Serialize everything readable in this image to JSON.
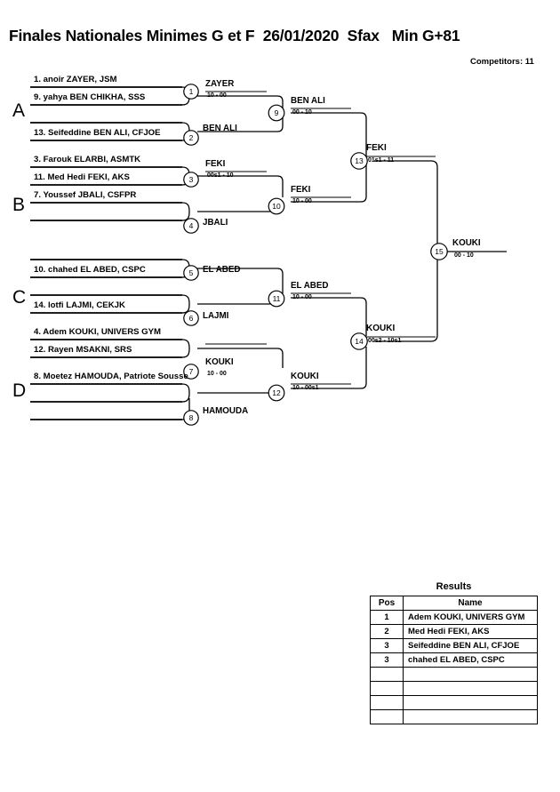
{
  "header": {
    "title": "Finales Nationales Minimes G et F  26/01/2020  Sfax   Min G+81",
    "competitors_label": "Competitors: 11"
  },
  "sections": [
    {
      "letter": "A"
    },
    {
      "letter": "B"
    },
    {
      "letter": "C"
    },
    {
      "letter": "D"
    }
  ],
  "entries": [
    {
      "text": "1. anoir ZAYER, JSM"
    },
    {
      "text": "9. yahya BEN CHIKHA, SSS"
    },
    {
      "text": ""
    },
    {
      "text": "13. Seifeddine BEN ALI, CFJOE"
    },
    {
      "text": "3. Farouk ELARBI, ASMTK"
    },
    {
      "text": "11. Med Hedi FEKI, AKS"
    },
    {
      "text": "7. Youssef JBALI, CSFPR"
    },
    {
      "text": ""
    },
    {
      "text": ""
    },
    {
      "text": "10. chahed EL ABED, CSPC"
    },
    {
      "text": ""
    },
    {
      "text": "14. lotfi LAJMI, CEKJK"
    },
    {
      "text": "4. Adem KOUKI, UNIVERS GYM"
    },
    {
      "text": "12. Rayen MSAKNI, SRS"
    },
    {
      "text": "8. Moetez HAMOUDA, Patriote Sousse"
    },
    {
      "text": ""
    }
  ],
  "matches": [
    {
      "num": "1",
      "winner": "ZAYER",
      "score": "10 - 00"
    },
    {
      "num": "2",
      "winner": "BEN ALI",
      "score": ""
    },
    {
      "num": "3",
      "winner": "FEKI",
      "score": "00s1 - 10"
    },
    {
      "num": "4",
      "winner": "JBALI",
      "score": ""
    },
    {
      "num": "5",
      "winner": "EL ABED",
      "score": ""
    },
    {
      "num": "6",
      "winner": "LAJMI",
      "score": ""
    },
    {
      "num": "7",
      "winner": "KOUKI",
      "score": "10 - 00"
    },
    {
      "num": "8",
      "winner": "HAMOUDA",
      "score": ""
    },
    {
      "num": "9",
      "winner": "BEN ALI",
      "score": "00 - 10"
    },
    {
      "num": "10",
      "winner": "FEKI",
      "score": "10 - 00"
    },
    {
      "num": "11",
      "winner": "EL ABED",
      "score": "10 - 00"
    },
    {
      "num": "12",
      "winner": "KOUKI",
      "score": "10 - 00s1"
    },
    {
      "num": "13",
      "winner": "FEKI",
      "score": "01s1 - 11"
    },
    {
      "num": "14",
      "winner": "KOUKI",
      "score": "00s2 - 10s1"
    },
    {
      "num": "15",
      "winner": "KOUKI",
      "score": "00 - 10"
    }
  ],
  "results": {
    "title": "Results",
    "columns": [
      "Pos",
      "Name"
    ],
    "rows": [
      {
        "pos": "1",
        "name": "Adem KOUKI, UNIVERS GYM"
      },
      {
        "pos": "2",
        "name": "Med Hedi FEKI, AKS"
      },
      {
        "pos": "3",
        "name": "Seifeddine BEN ALI, CFJOE"
      },
      {
        "pos": "3",
        "name": "chahed EL ABED, CSPC"
      },
      {
        "pos": "",
        "name": ""
      },
      {
        "pos": "",
        "name": ""
      },
      {
        "pos": "",
        "name": ""
      },
      {
        "pos": "",
        "name": ""
      }
    ]
  }
}
